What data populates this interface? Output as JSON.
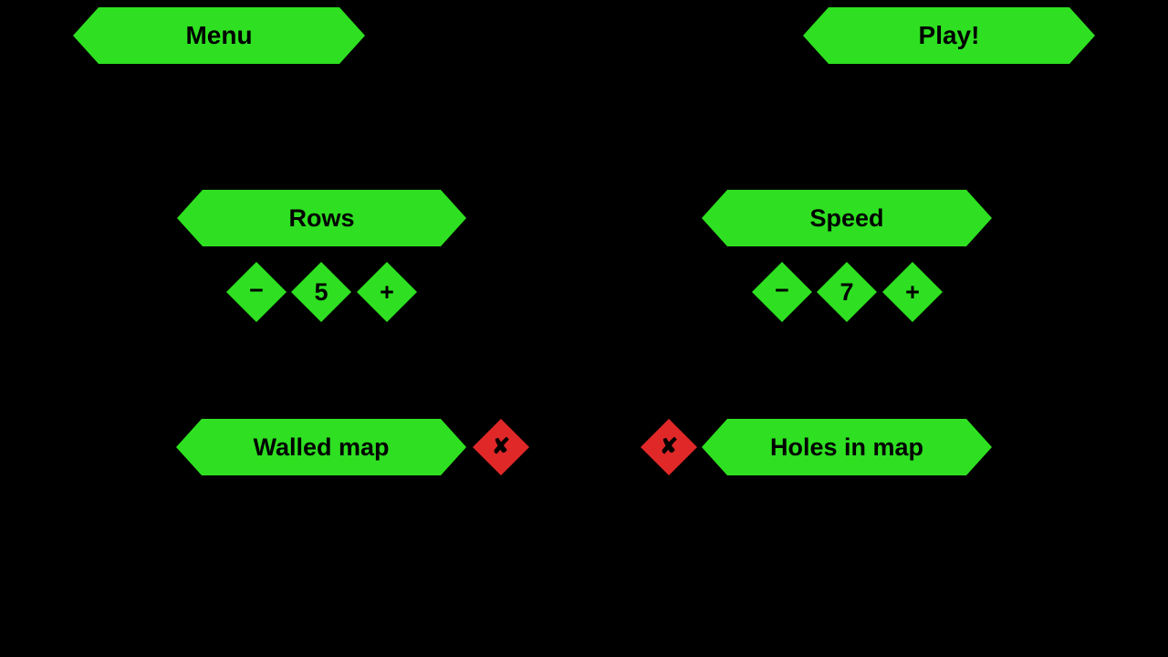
{
  "app": {
    "background_color": "#000000",
    "accent_color": "#2EE021",
    "danger_color": "#E02828"
  },
  "top_bar": {
    "menu_label": "Menu",
    "play_label": "Play!"
  },
  "settings": {
    "rows": {
      "title": "Rows",
      "value": "5",
      "decrement_label": "−",
      "increment_label": "+"
    },
    "speed": {
      "title": "Speed",
      "value": "7",
      "decrement_label": "−",
      "increment_label": "+"
    },
    "walled_map": {
      "title": "Walled map",
      "state_label": "✘",
      "state": "off"
    },
    "holes_in_map": {
      "title": "Holes in map",
      "state_label": "✘",
      "state": "off"
    }
  }
}
